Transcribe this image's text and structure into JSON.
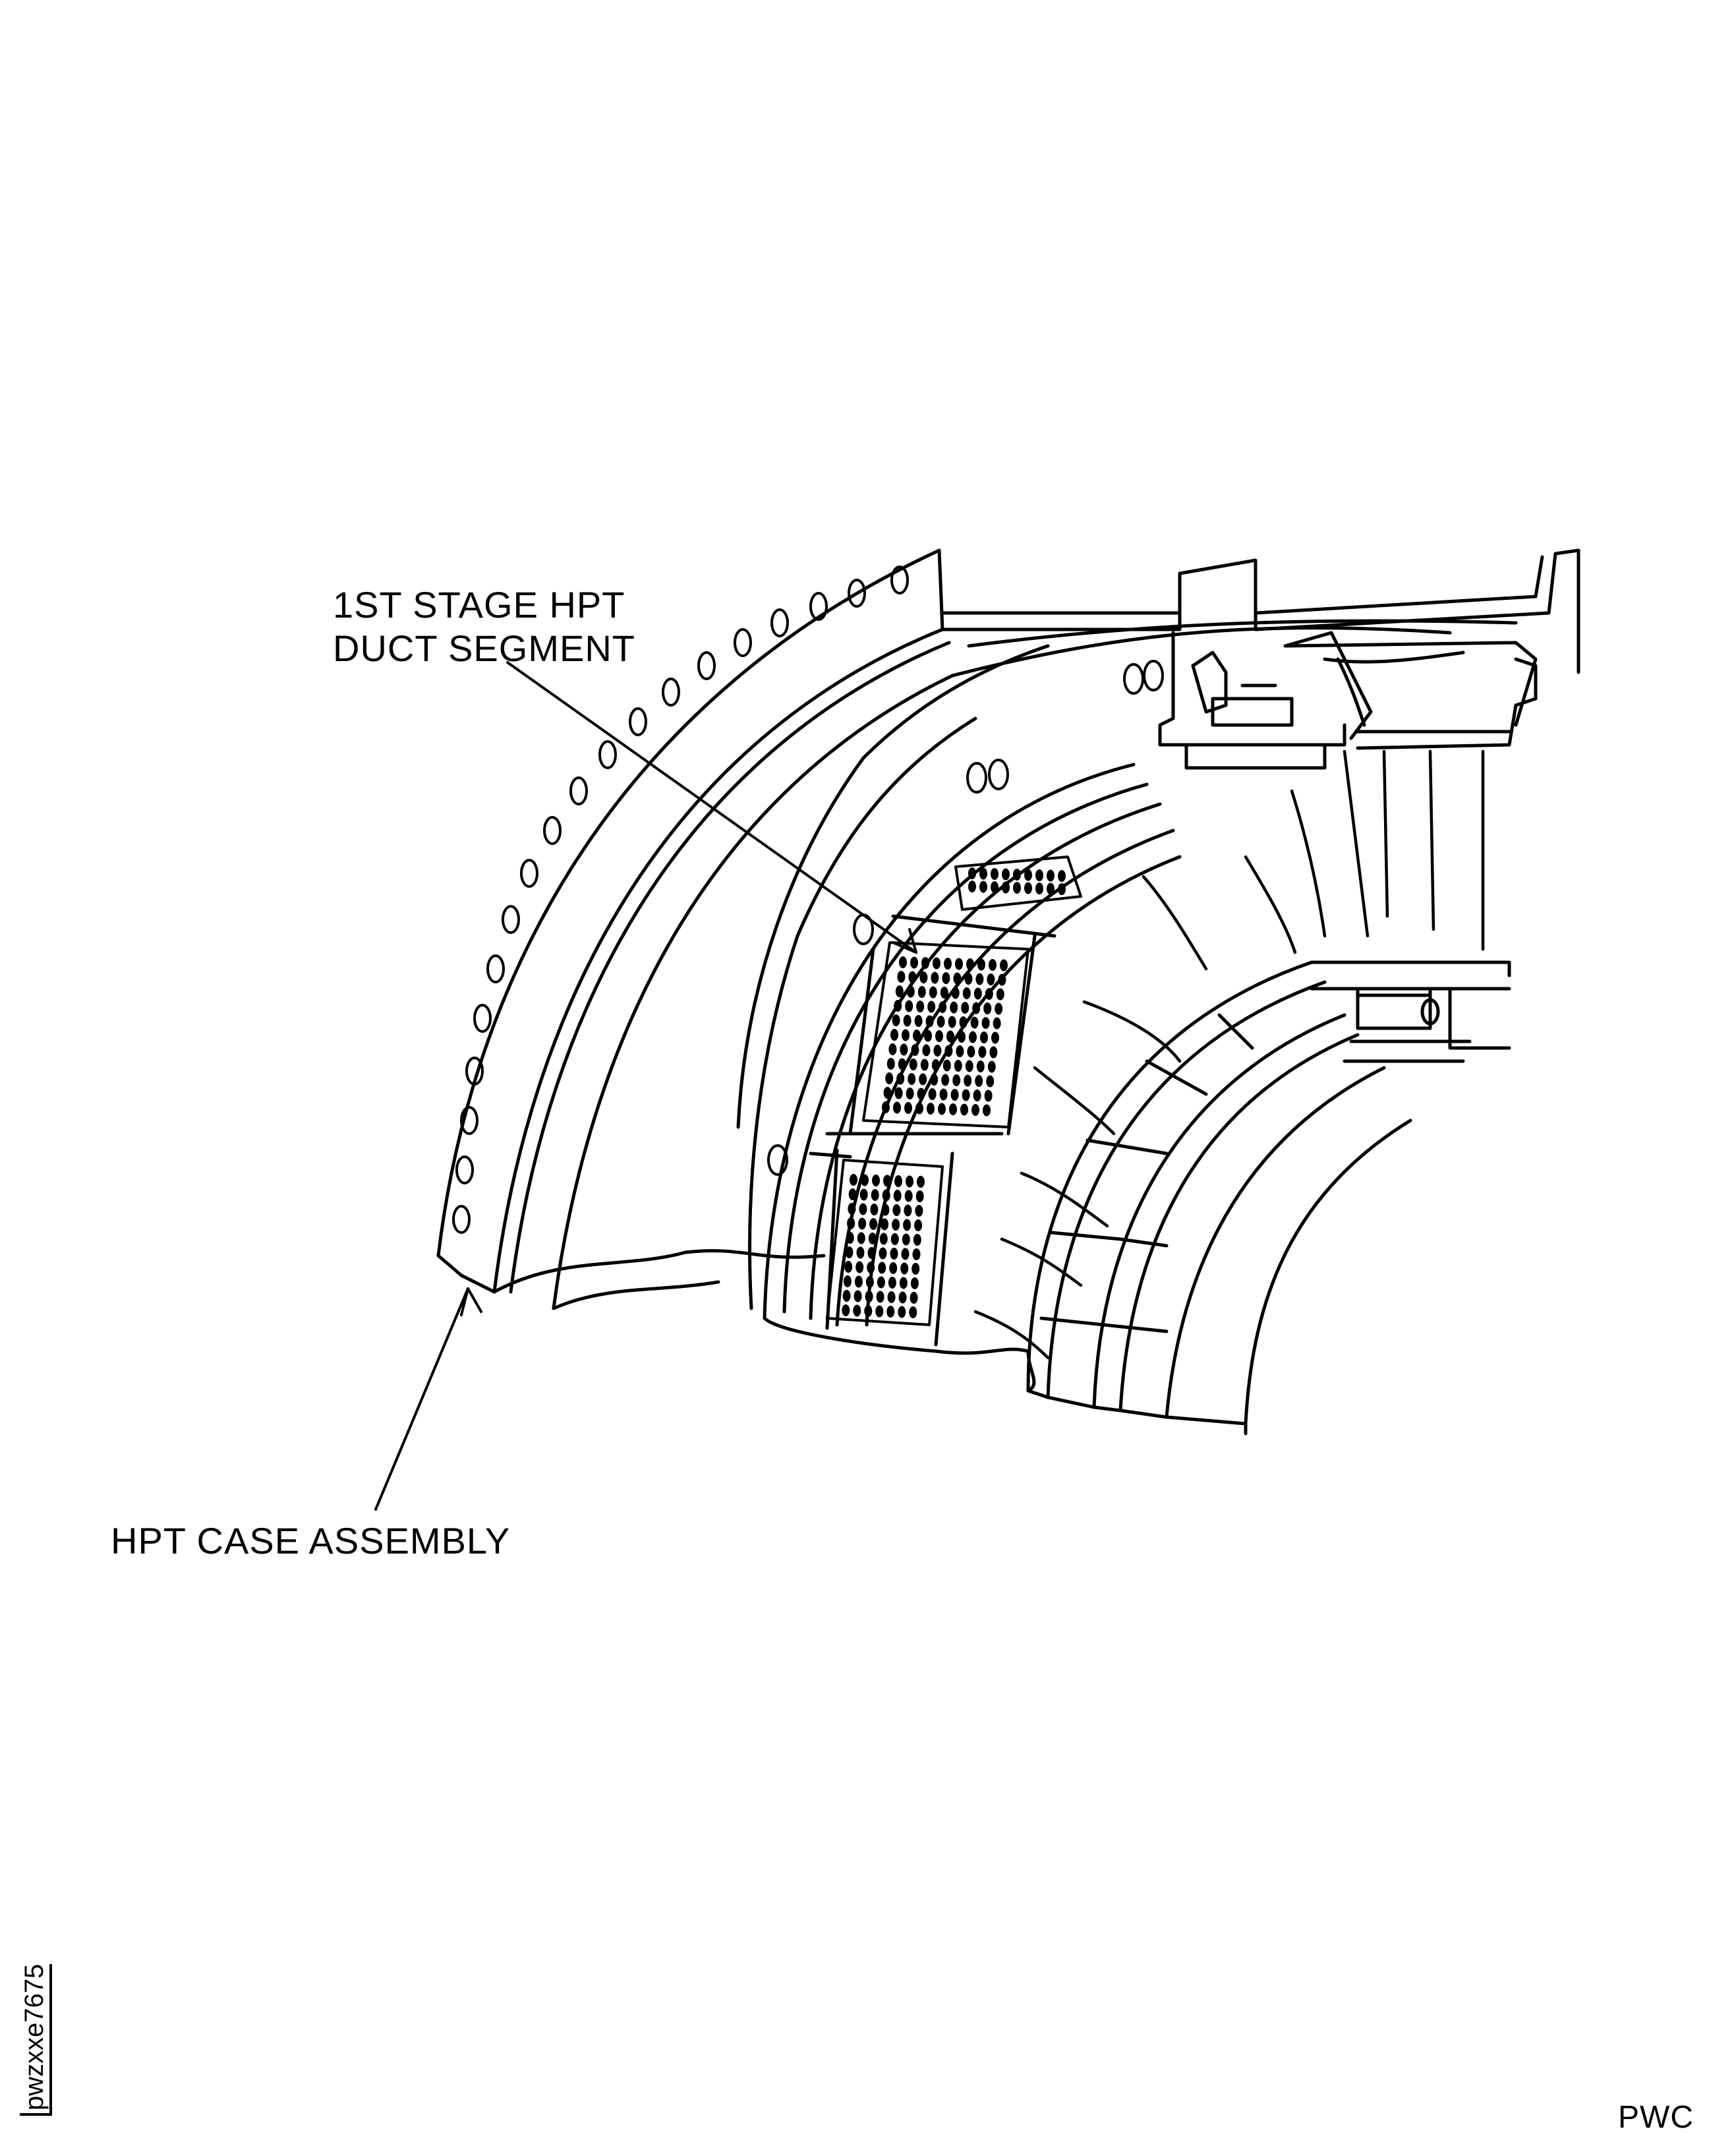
{
  "labels": {
    "duct_segment": [
      "1ST STAGE HPT",
      "DUCT SEGMENT"
    ],
    "case_assembly": "HPT CASE ASSEMBLY",
    "manufacturer": "PWC",
    "figure_id": "pwzxxe7675"
  }
}
